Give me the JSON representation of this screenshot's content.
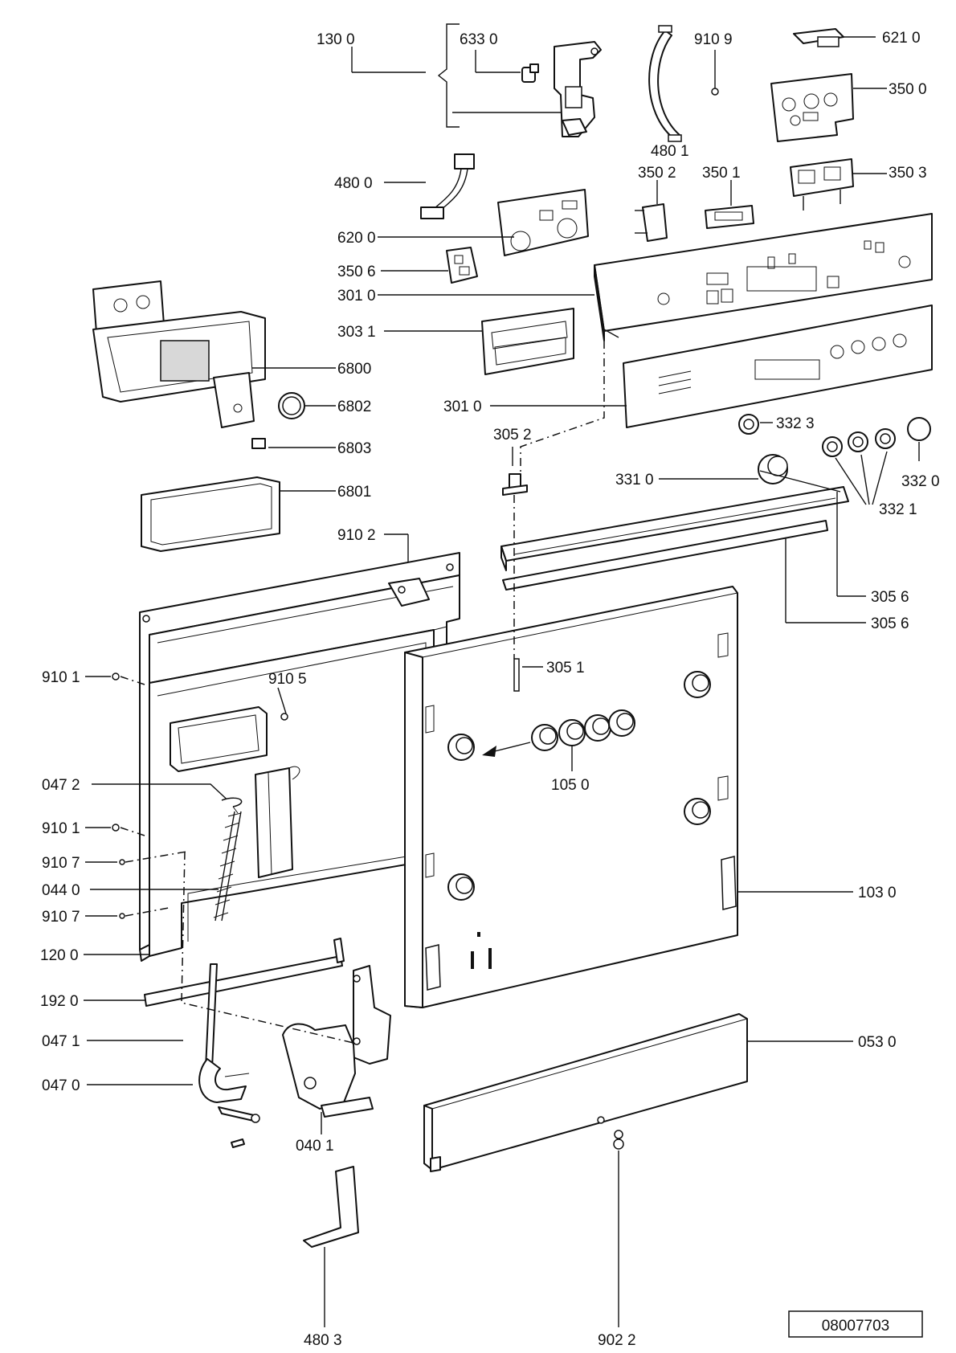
{
  "drawing_number": "08007703",
  "labels": {
    "l1300": "130 0",
    "l6330": "633 0",
    "l9109": "910 9",
    "l6210": "621 0",
    "l3500": "350 0",
    "l4801": "480 1",
    "l4800": "480 0",
    "l3502": "350 2",
    "l3501": "350 1",
    "l3503": "350 3",
    "l6200": "620 0",
    "l3506": "350 6",
    "l3010a": "301 0",
    "l3031": "303 1",
    "l6800": "6800",
    "l6802": "6802",
    "l3010b": "301 0",
    "l6803": "6803",
    "l3323": "332 3",
    "l3052": "305 2",
    "l3310": "331 0",
    "l3320": "332 0",
    "l3321": "332 1",
    "l6801": "6801",
    "l9102": "910 2",
    "l3056a": "305 6",
    "l3056b": "305 6",
    "l9101a": "910 1",
    "l9105": "910 5",
    "l3051": "305 1",
    "l0472": "047 2",
    "l1050": "105 0",
    "l9101b": "910 1",
    "l9107a": "910 7",
    "l0440": "044 0",
    "l1030": "103 0",
    "l9107b": "910 7",
    "l1200": "120 0",
    "l1920": "192 0",
    "l0471": "047 1",
    "l0530": "053 0",
    "l0470": "047 0",
    "l0401": "040 1",
    "l4803": "480 3",
    "l9022": "902 2"
  }
}
